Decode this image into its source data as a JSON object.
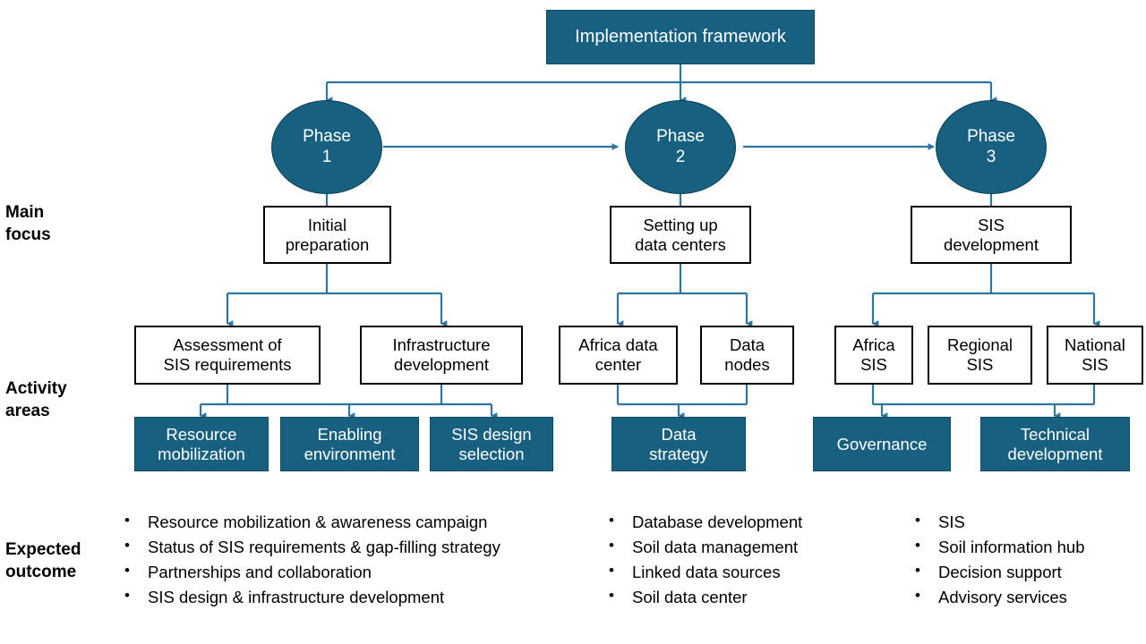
{
  "diagram": {
    "title_node": {
      "label": "Implementation framework"
    },
    "row_labels": [
      {
        "key": "main-focus",
        "label": "Main\nfocus"
      },
      {
        "key": "activity-areas",
        "label": "Activity\nareas"
      },
      {
        "key": "expected-outcome",
        "label": "Expected\noutcome"
      }
    ],
    "phases": [
      {
        "key": "phase-1",
        "label": "Phase\n1"
      },
      {
        "key": "phase-2",
        "label": "Phase\n2"
      },
      {
        "key": "phase-3",
        "label": "Phase\n3"
      }
    ],
    "main_focus": [
      {
        "key": "initial-preparation",
        "label": "Initial\npreparation"
      },
      {
        "key": "setting-up-data-centers",
        "label": "Setting up\ndata centers"
      },
      {
        "key": "sis-development",
        "label": "SIS\ndevelopment"
      }
    ],
    "sub_activities": [
      {
        "key": "assessment-of-sis-requirements",
        "label": "Assessment of\nSIS requirements"
      },
      {
        "key": "infrastructure-development",
        "label": "Infrastructure\ndevelopment"
      },
      {
        "key": "africa-data-center",
        "label": "Africa data\ncenter"
      },
      {
        "key": "data-nodes",
        "label": "Data\nnodes"
      },
      {
        "key": "africa-sis",
        "label": "Africa\nSIS"
      },
      {
        "key": "regional-sis",
        "label": "Regional\nSIS"
      },
      {
        "key": "national-sis",
        "label": "National\nSIS"
      }
    ],
    "activity_areas": [
      {
        "key": "resource-mobilization",
        "label": "Resource\nmobilization"
      },
      {
        "key": "enabling-environment",
        "label": "Enabling\nenvironment"
      },
      {
        "key": "sis-design-selection",
        "label": "SIS design\nselection"
      },
      {
        "key": "data-strategy",
        "label": "Data\nstrategy"
      },
      {
        "key": "governance",
        "label": "Governance"
      },
      {
        "key": "technical-development",
        "label": "Technical\ndevelopment"
      }
    ],
    "expected_outcomes": [
      {
        "key": "phase-1-outcomes",
        "items": [
          "Resource mobilization & awareness campaign",
          "Status of SIS requirements & gap-filling strategy",
          "Partnerships and collaboration",
          "SIS design & infrastructure development"
        ]
      },
      {
        "key": "phase-2-outcomes",
        "items": [
          "Database development",
          "Soil data management",
          "Linked data sources",
          "Soil data center"
        ]
      },
      {
        "key": "phase-3-outcomes",
        "items": [
          "SIS",
          "Soil information hub",
          "Decision support",
          "Advisory services"
        ]
      }
    ],
    "colors": {
      "fill": "#17607F",
      "connector": "#2E75A0",
      "outline": "#000000",
      "background": "#FFFFFF",
      "text_on_fill": "#FFFFFF"
    }
  }
}
